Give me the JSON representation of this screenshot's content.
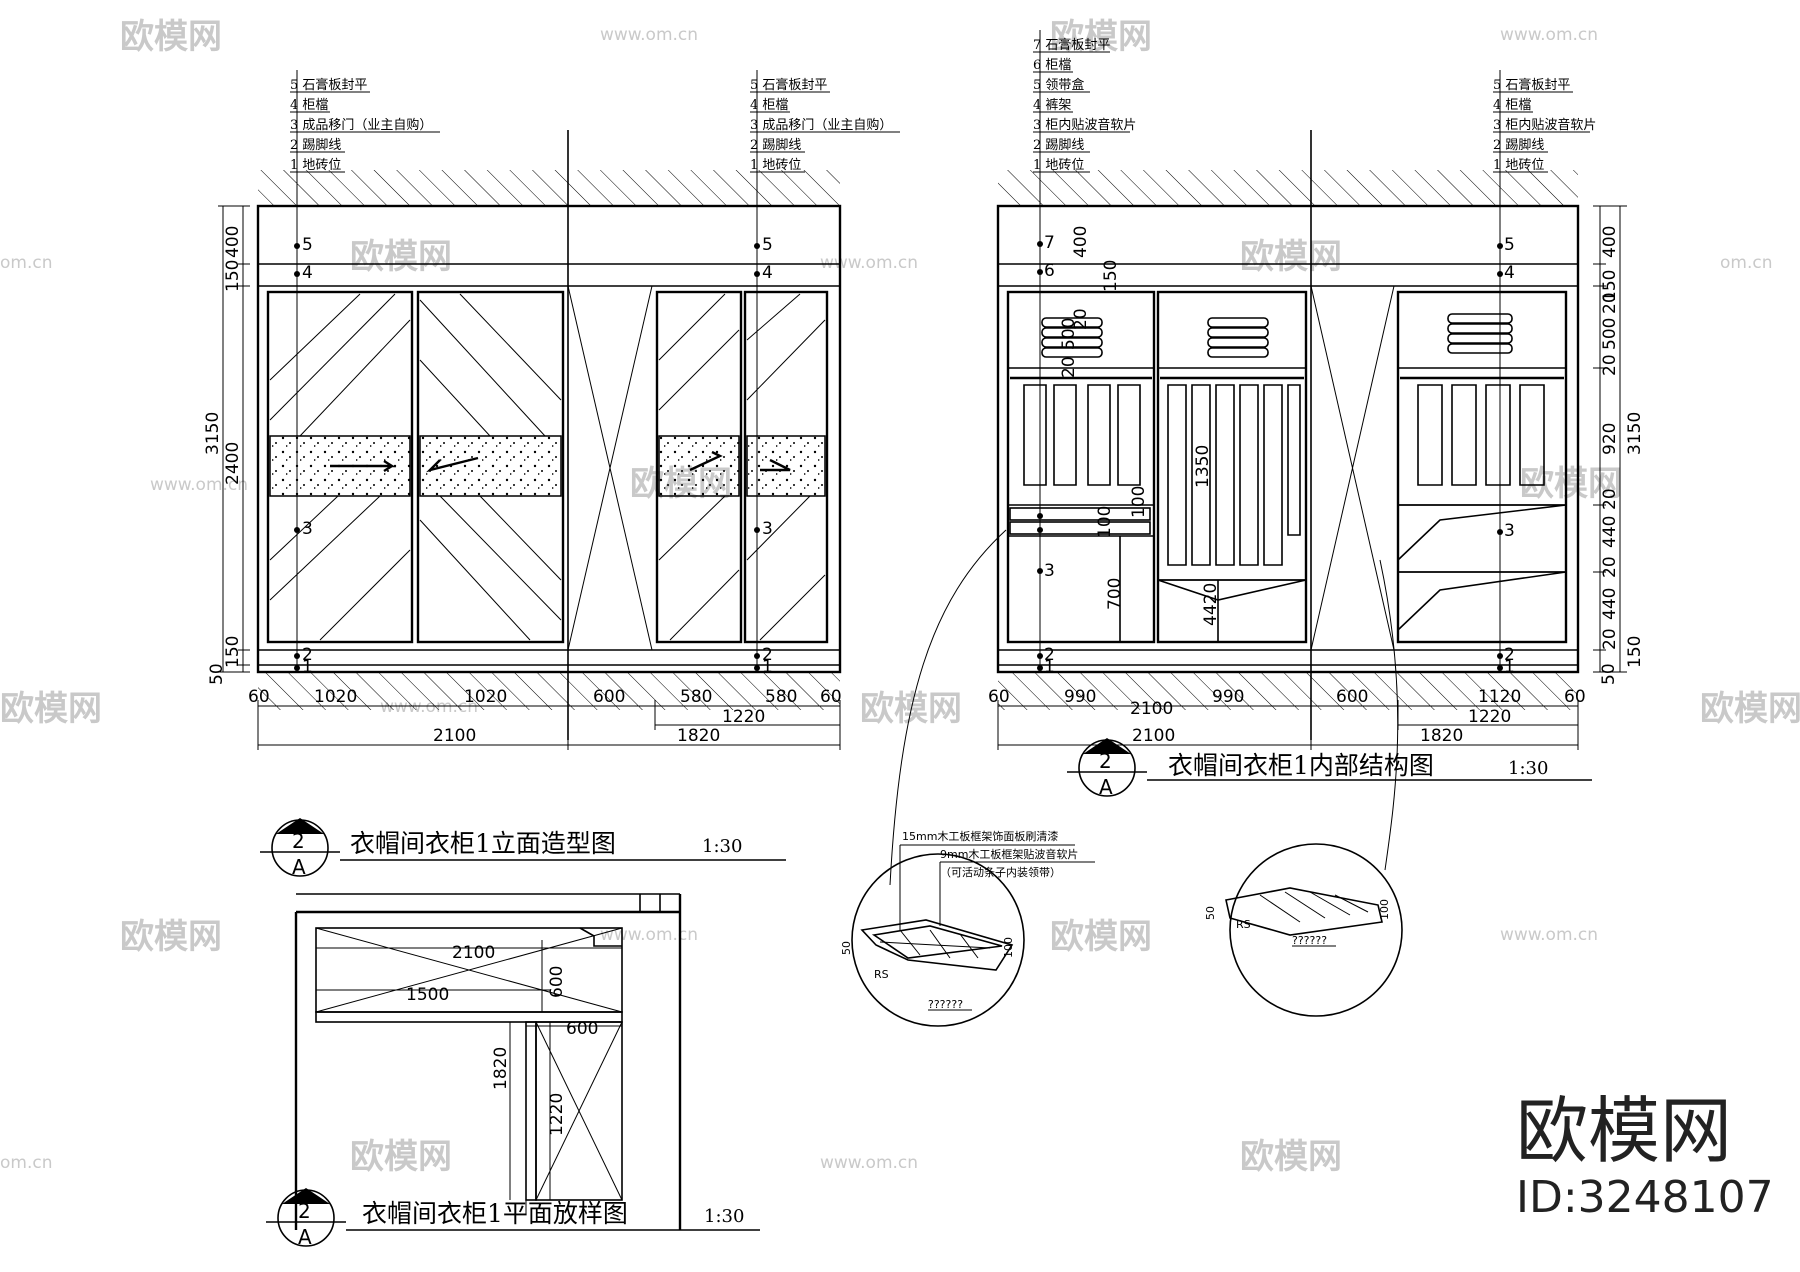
{
  "watermark": {
    "brand": "欧模网",
    "url": "www.om.cn",
    "short": "om.cn"
  },
  "logo": {
    "brand": "欧模网",
    "id": "ID:3248107"
  },
  "titles": {
    "elevation": "衣帽间衣柜1立面造型图",
    "interior": "衣帽间衣柜1内部结构图",
    "plan": "衣帽间衣柜1平面放样图",
    "scale": "1:30",
    "symbol_num": "2",
    "symbol_letter": "A"
  },
  "left_notes": [
    "5 石膏板封平",
    "4 柜檔",
    "3 成品移门（业主自购）",
    "2 踢脚线",
    "1 地砖位"
  ],
  "right_notes_a": [
    "5 石膏板封平",
    "4 柜檔",
    "3 成品移门（业主自购）",
    "2 踢脚线",
    "1 地砖位"
  ],
  "interior_notes_left": [
    "7 石膏板封平",
    "6 柜檔",
    "5 领带盒",
    "4 裤架",
    "3 柜内贴波音软片",
    "2 踢脚线",
    "1 地砖位"
  ],
  "interior_notes_right": [
    "5 石膏板封平",
    "4 柜檔",
    "3 柜内贴波音软片",
    "2 踢脚线",
    "1 地砖位"
  ],
  "elev_dims": {
    "v_total": "3150",
    "v_door": "2400",
    "v_top": "400",
    "v_top2": "150",
    "v_base": "150",
    "v_floor": "50",
    "h": [
      "60",
      "1020",
      "1020",
      "600",
      "580",
      "580",
      "60"
    ],
    "h_sub": "1220",
    "h_total_a": "2100",
    "h_total_b": "1820"
  },
  "int_dims": {
    "h": [
      "60",
      "990",
      "990",
      "600",
      "1120",
      "60"
    ],
    "h_top": "2100",
    "h_sub": "1220",
    "h_total_a": "2100",
    "h_total_b": "1820",
    "v_left": [
      "400",
      "150",
      "20",
      "500",
      "20"
    ],
    "v_inner": [
      "1350",
      "100",
      "100",
      "700",
      "4420"
    ],
    "v_right": [
      "400",
      "150",
      "20",
      "500",
      "20",
      "920",
      "20",
      "440",
      "20",
      "440",
      "20"
    ],
    "v_total": "3150",
    "v_base": "150",
    "v_floor": "50"
  },
  "details": {
    "note1": "15mm木工板框架饰面板刷清漆",
    "note2": "9mm木工板框架贴波音软片",
    "note3": "（可活动条子内装领带）",
    "dim50": "50",
    "dim100": "100",
    "rs": "RS",
    "q": "??????"
  },
  "plan_dims": {
    "w": "2100",
    "w2": "1500",
    "d": "600",
    "d2": "600",
    "l": "1820",
    "l2": "1220"
  }
}
